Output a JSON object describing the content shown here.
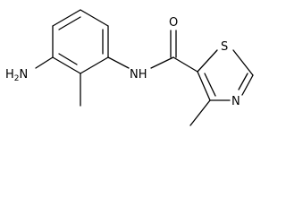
{
  "molecule": {
    "atoms": {
      "amine_n": "H",
      "amine_h2": "2",
      "amine_n_letter": "N",
      "amide_nh": "NH",
      "carbonyl_o": "O",
      "ring_s": "S",
      "ring_n": "N"
    },
    "colors": {
      "bond": "#000000",
      "label": "#000000",
      "background": "#ffffff"
    }
  }
}
